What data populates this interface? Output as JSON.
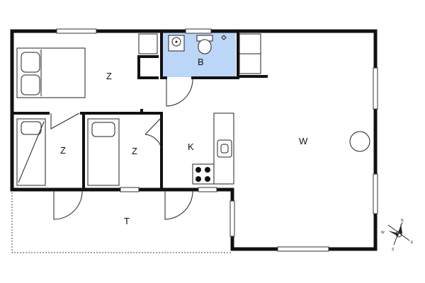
{
  "rooms": {
    "bedroom_main": "Z",
    "bathroom": "B",
    "bedroom_left": "Z",
    "bedroom_middle": "Z",
    "kitchen": "K",
    "living": "W",
    "terrace": "T"
  },
  "colors": {
    "wall": "#111111",
    "bathroom_fill": "#bcd6f7",
    "background": "#ffffff"
  },
  "compass": {
    "north": "N",
    "south": "S",
    "east": "E",
    "west": "W"
  }
}
